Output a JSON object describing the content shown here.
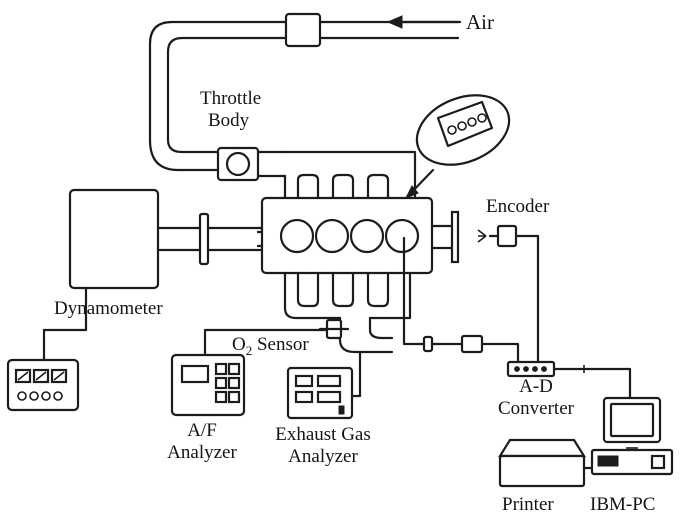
{
  "labels": {
    "air": "Air",
    "throttle_body_1": "Throttle",
    "throttle_body_2": "Body",
    "encoder": "Encoder",
    "dynamometer": "Dynamometer",
    "o2_sensor_o": "O",
    "o2_sensor_sub": "2",
    "o2_sensor_rest": " Sensor",
    "ad_converter_1": "A-D",
    "ad_converter_2": "Converter",
    "af_analyzer_1": "A/F",
    "af_analyzer_2": "Analyzer",
    "exhaust_analyzer_1": "Exhaust Gas",
    "exhaust_analyzer_2": "Analyzer",
    "printer": "Printer",
    "ibm_pc": "IBM-PC"
  }
}
